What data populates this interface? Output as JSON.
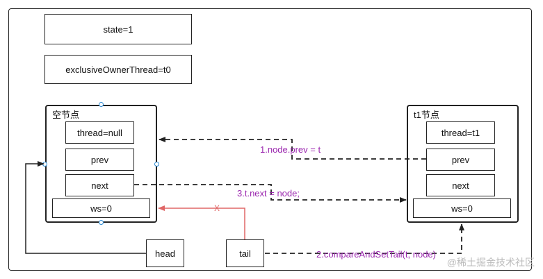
{
  "state_box": "state=1",
  "owner_box": "exclusiveOwnerThread=t0",
  "empty_node": {
    "title": "空节点",
    "fields": [
      "thread=null",
      "prev",
      "next"
    ],
    "ws": "ws=0"
  },
  "t1_node": {
    "title": "t1节点",
    "fields": [
      "thread=t1",
      "prev",
      "next"
    ],
    "ws": "ws=0"
  },
  "head_box": "head",
  "tail_box": "tail",
  "annotations": {
    "step1": "1.node.prev = t",
    "step2": "2.compareAndSetTail(t, node)",
    "step3": "3.t.next = node;",
    "cross": "X"
  },
  "watermark": "@稀土掘金技术社区",
  "colors": {
    "annotation": "#9b27af",
    "removed_link": "#e06666",
    "handle": "#2a8ad4"
  }
}
